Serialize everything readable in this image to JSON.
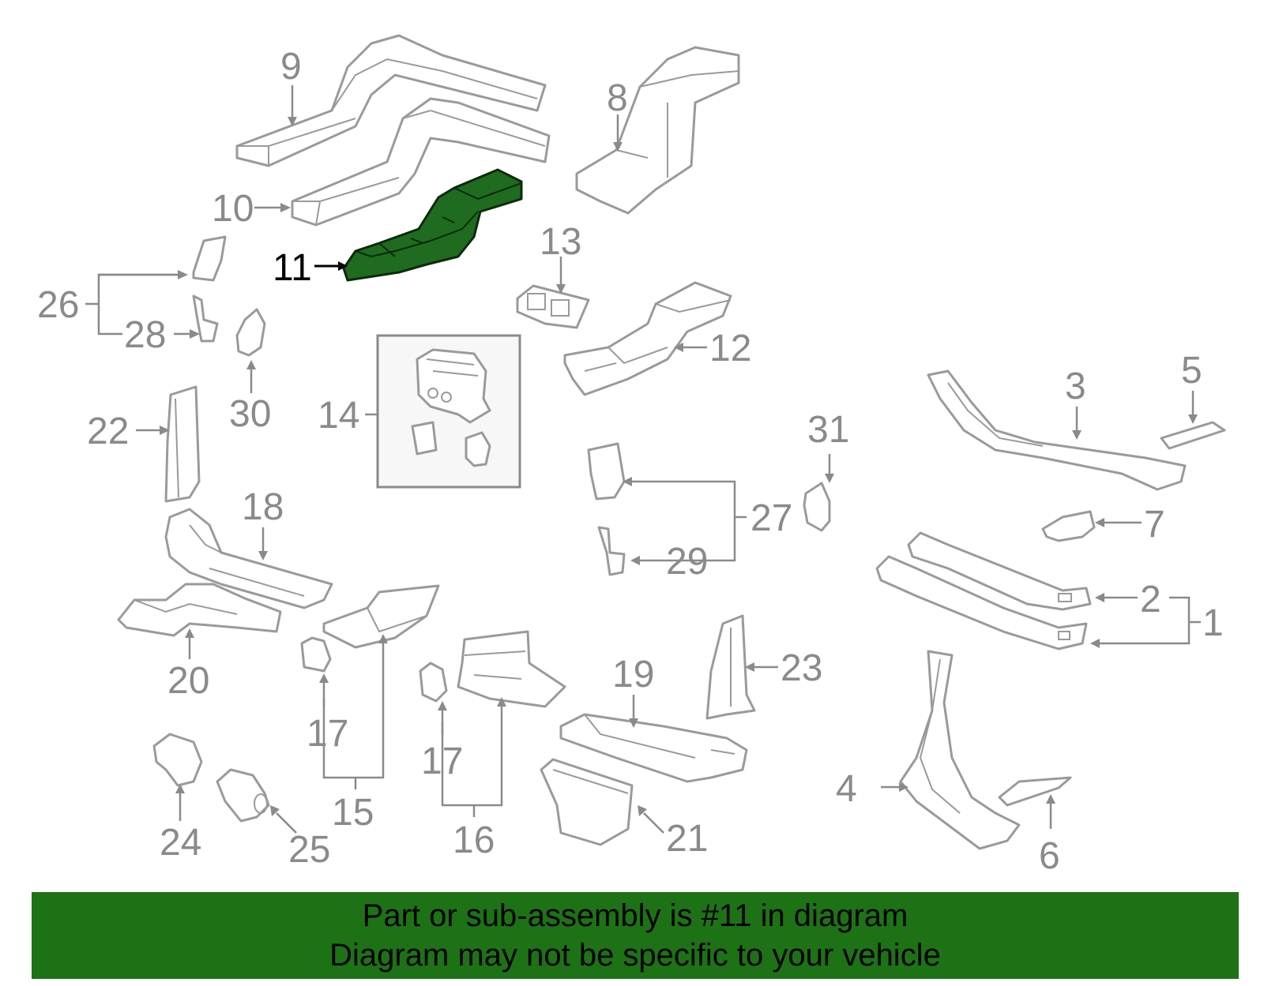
{
  "callouts": {
    "c1": "1",
    "c2": "2",
    "c3": "3",
    "c4": "4",
    "c5": "5",
    "c6": "6",
    "c7": "7",
    "c8": "8",
    "c9": "9",
    "c10": "10",
    "c11": "11",
    "c12": "12",
    "c13": "13",
    "c14": "14",
    "c15": "15",
    "c16": "16",
    "c17a": "17",
    "c17b": "17",
    "c18": "18",
    "c19": "19",
    "c20": "20",
    "c21": "21",
    "c22": "22",
    "c23": "23",
    "c24": "24",
    "c25": "25",
    "c26": "26",
    "c27": "27",
    "c28": "28",
    "c29": "29",
    "c30": "30",
    "c31": "31"
  },
  "highlight": {
    "part_number": "11",
    "color": "#1f6b1f"
  },
  "banner": {
    "line1": "Part or sub-assembly is #11 in diagram",
    "line2": "Diagram may not be specific to your vehicle",
    "background": "#1e7216"
  }
}
